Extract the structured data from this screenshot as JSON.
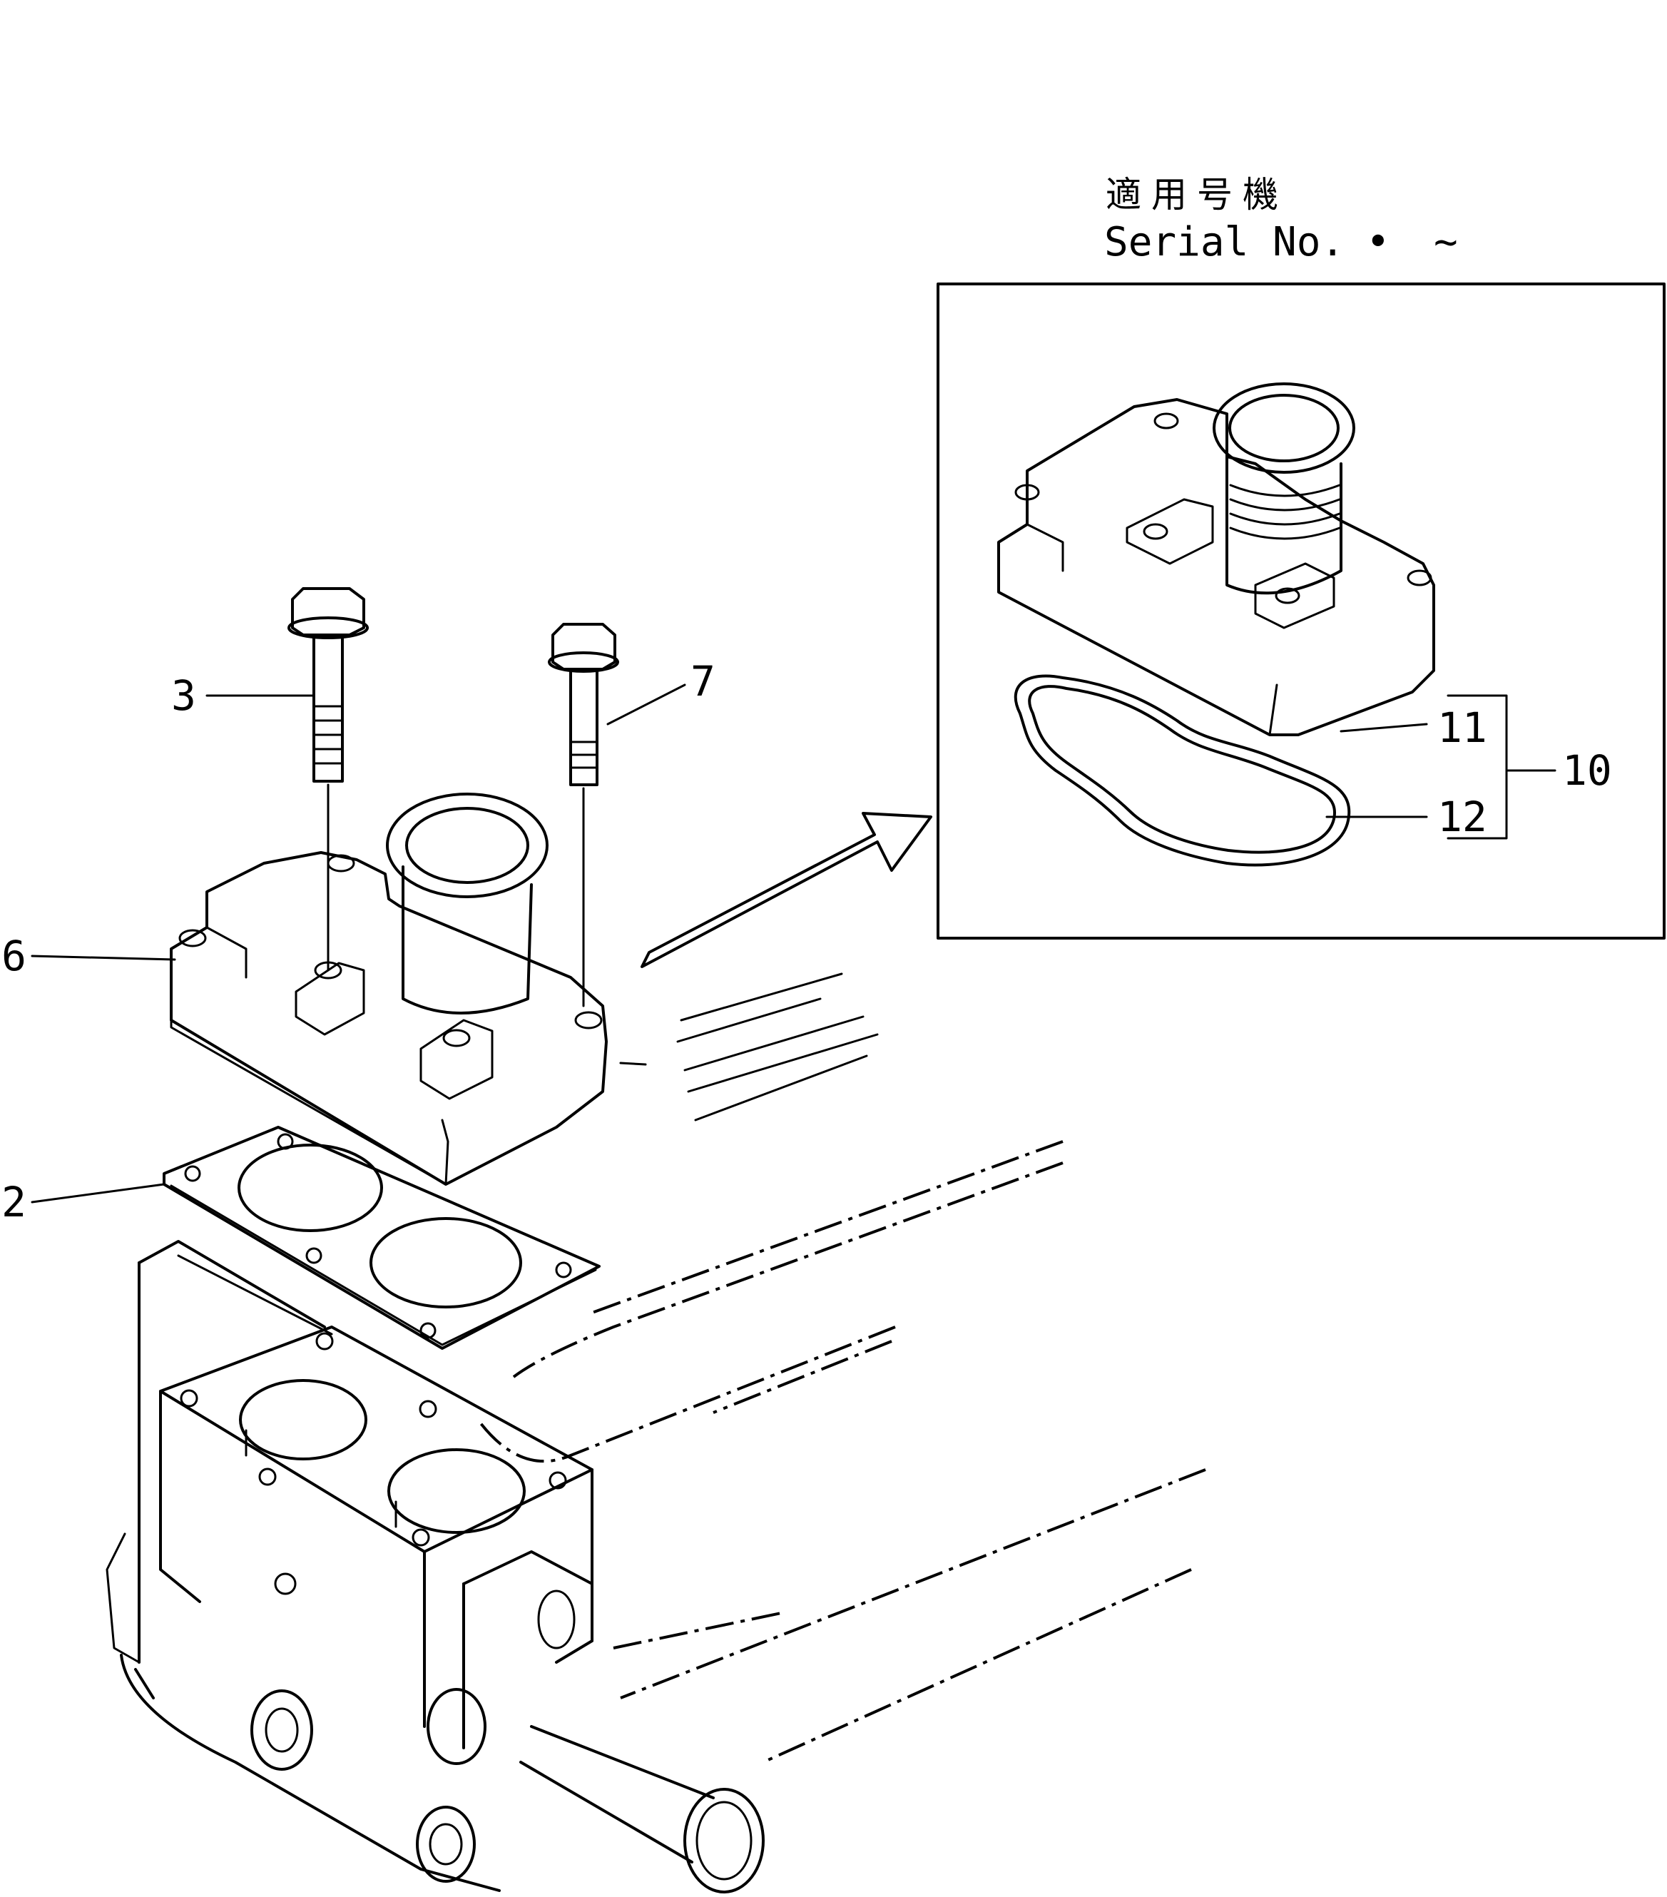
{
  "header": {
    "title_jp": "適用号機",
    "serial_label": "Serial No.",
    "serial_range_dot": "•",
    "serial_range_tilde": "~"
  },
  "callouts": {
    "c2": "2",
    "c3": "3",
    "c6": "6",
    "c7": "7",
    "c10": "10",
    "c11": "11",
    "c12": "12"
  }
}
